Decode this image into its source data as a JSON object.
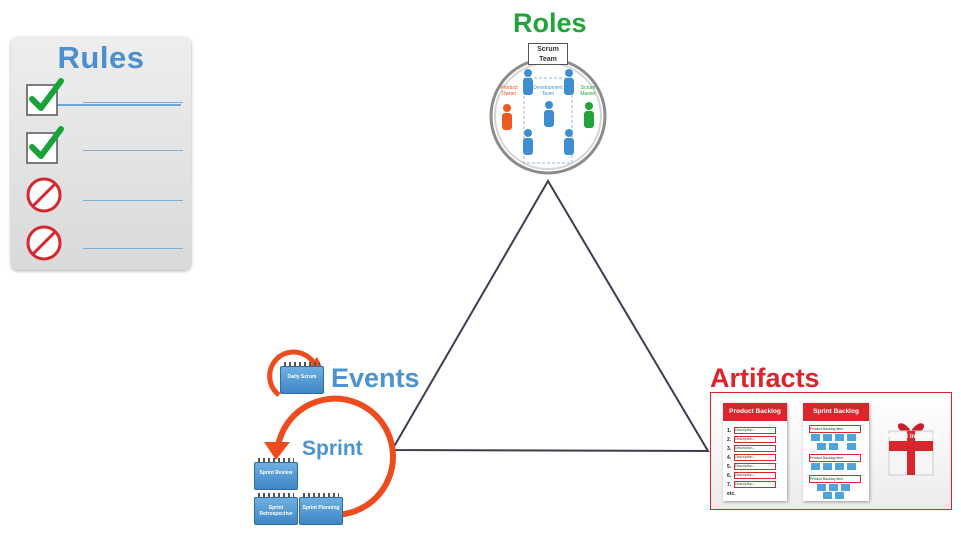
{
  "rules": {
    "title": "Rules",
    "items": [
      {
        "icon": "checkmark-icon"
      },
      {
        "icon": "checkmark-icon"
      },
      {
        "icon": "prohibited-icon"
      },
      {
        "icon": "prohibited-icon"
      }
    ]
  },
  "roles": {
    "title": "Roles",
    "scrum_team_label": "Scrum Team",
    "product_owner_label": "Product Owner",
    "development_team_label": "Development Team",
    "scrum_master_label": "Scrum Master"
  },
  "events": {
    "title": "Events",
    "sprint_label": "Sprint",
    "daily_scrum": "Daily Scrum",
    "sprint_review": "Sprint Review",
    "sprint_retrospective": "Sprint Retrospective",
    "sprint_planning": "Sprint Planning"
  },
  "artifacts": {
    "title": "Artifacts",
    "product_backlog": {
      "title": "Product Backlog",
      "rows": [
        {
          "num": "1.",
          "text": "Description..."
        },
        {
          "num": "2.",
          "text": "Description..."
        },
        {
          "num": "3.",
          "text": "Description..."
        },
        {
          "num": "4.",
          "text": "Description..."
        },
        {
          "num": "5.",
          "text": "Description..."
        },
        {
          "num": "6.",
          "text": "Description..."
        },
        {
          "num": "7.",
          "text": "Description..."
        }
      ],
      "etc": "etc."
    },
    "sprint_backlog": {
      "title": "Sprint Backlog",
      "item_label": "Product Backlog Item"
    },
    "product_increment": "Product Increment"
  },
  "colors": {
    "roles": "#23a33b",
    "events": "#4c93cf",
    "artifacts": "#d8262c",
    "rules": "#4c8fce"
  }
}
